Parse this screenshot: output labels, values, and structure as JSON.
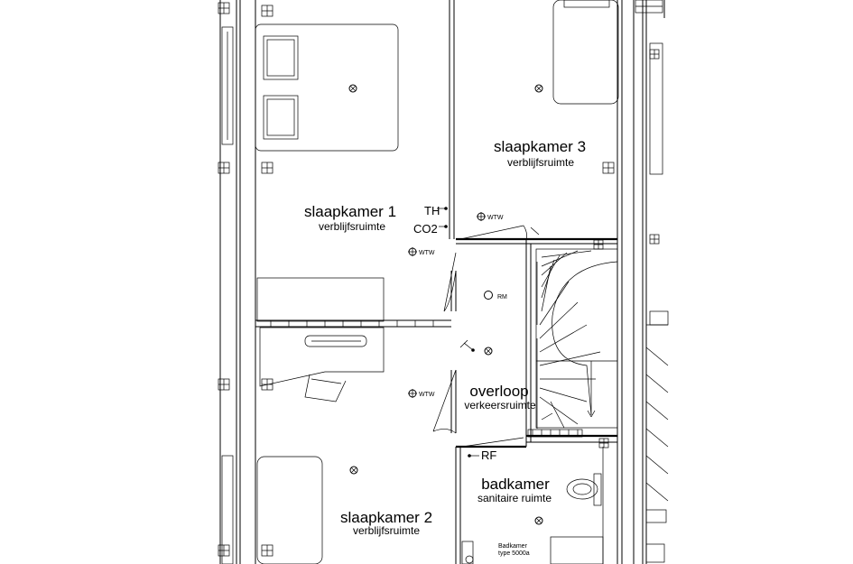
{
  "rooms": {
    "slaapkamer1": {
      "name": "slaapkamer 1",
      "type": "verblijfsruimte"
    },
    "slaapkamer2": {
      "name": "slaapkamer 2",
      "type": "verblijfsruimte"
    },
    "slaapkamer3": {
      "name": "slaapkamer 3",
      "type": "verblijfsruimte"
    },
    "overloop": {
      "name": "overloop",
      "type": "verkeersruimte"
    },
    "badkamer": {
      "name": "badkamer",
      "type": "sanitaire ruimte"
    }
  },
  "symbols": {
    "th": "TH",
    "co2": "CO2",
    "wtw": "WTW",
    "rm": "RM",
    "rf": "RF"
  },
  "fixtures": {
    "bath_line1": "Badkamer",
    "bath_line2": "type 5000a"
  }
}
